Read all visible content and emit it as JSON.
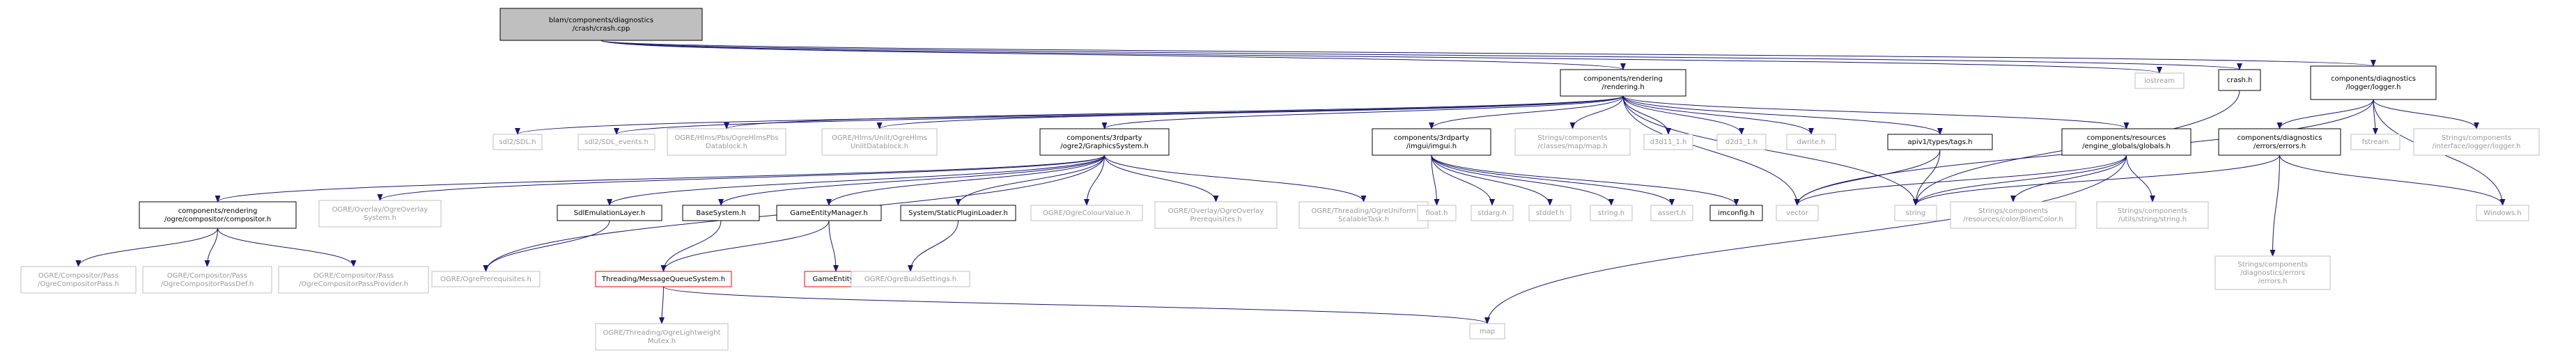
{
  "graph": {
    "nodes": [
      {
        "id": "crash",
        "lines": [
          "blam/components/diagnostics",
          "/crash/crash.cpp"
        ],
        "style": "root"
      },
      {
        "id": "rendering",
        "lines": [
          "components/rendering",
          "/rendering.h"
        ],
        "style": "normal"
      },
      {
        "id": "iostream",
        "lines": [
          "iostream"
        ],
        "style": "gray"
      },
      {
        "id": "crash_h",
        "lines": [
          "crash.h"
        ],
        "style": "normal"
      },
      {
        "id": "logger",
        "lines": [
          "components/diagnostics",
          "/logger/logger.h"
        ],
        "style": "normal"
      },
      {
        "id": "sdl",
        "lines": [
          "sdl2/SDL.h"
        ],
        "style": "gray"
      },
      {
        "id": "sdl_events",
        "lines": [
          "sdl2/SDL_events.h"
        ],
        "style": "gray"
      },
      {
        "id": "hlmspbs",
        "lines": [
          "OGRE/Hlms/Pbs/OgreHlmsPbs",
          "Datablock.h"
        ],
        "style": "gray"
      },
      {
        "id": "hlmsunlit",
        "lines": [
          "OGRE/Hlms/Unlit/OgreHlms",
          "UnlitDatablock.h"
        ],
        "style": "gray"
      },
      {
        "id": "graphicssystem",
        "lines": [
          "components/3rdparty",
          "/ogre2/GraphicsSystem.h"
        ],
        "style": "normal"
      },
      {
        "id": "imgui",
        "lines": [
          "components/3rdparty",
          "/imgui/imgui.h"
        ],
        "style": "normal"
      },
      {
        "id": "strmap",
        "lines": [
          "Strings/components",
          "/classes/map/map.h"
        ],
        "style": "gray"
      },
      {
        "id": "d3d11",
        "lines": [
          "d3d11_1.h"
        ],
        "style": "gray"
      },
      {
        "id": "d2d1",
        "lines": [
          "d2d1_1.h"
        ],
        "style": "gray"
      },
      {
        "id": "dwrite",
        "lines": [
          "dwrite.h"
        ],
        "style": "gray"
      },
      {
        "id": "tags",
        "lines": [
          "apiv1/types/tags.h"
        ],
        "style": "normal"
      },
      {
        "id": "engine_globals",
        "lines": [
          "components/resources",
          "/engine_globals/globals.h"
        ],
        "style": "normal"
      },
      {
        "id": "errors",
        "lines": [
          "components/diagnostics",
          "/errors/errors.h"
        ],
        "style": "normal"
      },
      {
        "id": "fstream",
        "lines": [
          "fstream"
        ],
        "style": "gray"
      },
      {
        "id": "strlogger",
        "lines": [
          "Strings/components",
          "/interface/logger/logger.h"
        ],
        "style": "gray"
      },
      {
        "id": "windows",
        "lines": [
          "Windows.h"
        ],
        "style": "gray"
      },
      {
        "id": "compositor",
        "lines": [
          "components/rendering",
          "/ogre/compositor/compositor.h"
        ],
        "style": "normal"
      },
      {
        "id": "overlaysystem",
        "lines": [
          "OGRE/Overlay/OgreOverlay",
          "System.h"
        ],
        "style": "gray"
      },
      {
        "id": "sdlemu",
        "lines": [
          "SdlEmulationLayer.h"
        ],
        "style": "normal"
      },
      {
        "id": "basesystem",
        "lines": [
          "BaseSystem.h"
        ],
        "style": "normal"
      },
      {
        "id": "gem",
        "lines": [
          "GameEntityManager.h"
        ],
        "style": "normal"
      },
      {
        "id": "staticplugin",
        "lines": [
          "System/StaticPluginLoader.h"
        ],
        "style": "normal"
      },
      {
        "id": "colourvalue",
        "lines": [
          "OGRE/OgreColourValue.h"
        ],
        "style": "gray"
      },
      {
        "id": "overlayprereq",
        "lines": [
          "OGRE/Overlay/OgreOverlay",
          "Prerequisites.h"
        ],
        "style": "gray"
      },
      {
        "id": "uniformtask",
        "lines": [
          "OGRE/Threading/OgreUniform",
          "ScalableTask.h"
        ],
        "style": "gray"
      },
      {
        "id": "float",
        "lines": [
          "float.h"
        ],
        "style": "gray"
      },
      {
        "id": "stdarg",
        "lines": [
          "stdarg.h"
        ],
        "style": "gray"
      },
      {
        "id": "stddef",
        "lines": [
          "stddef.h"
        ],
        "style": "gray"
      },
      {
        "id": "string_h",
        "lines": [
          "string.h"
        ],
        "style": "gray"
      },
      {
        "id": "assert",
        "lines": [
          "assert.h"
        ],
        "style": "gray"
      },
      {
        "id": "imconfig",
        "lines": [
          "imconfig.h"
        ],
        "style": "normal"
      },
      {
        "id": "vector",
        "lines": [
          "vector"
        ],
        "style": "gray"
      },
      {
        "id": "string",
        "lines": [
          "string"
        ],
        "style": "gray"
      },
      {
        "id": "blamcolor",
        "lines": [
          "Strings/components",
          "/resources/color/BlamColor.h"
        ],
        "style": "gray"
      },
      {
        "id": "strstring",
        "lines": [
          "Strings/components",
          "/utils/string/string.h"
        ],
        "style": "gray"
      },
      {
        "id": "strerrors",
        "lines": [
          "Strings/components",
          "/diagnostics/errors",
          "/errors.h"
        ],
        "style": "gray"
      },
      {
        "id": "pass",
        "lines": [
          "OGRE/Compositor/Pass",
          "/OgreCompositorPass.h"
        ],
        "style": "gray"
      },
      {
        "id": "passdef",
        "lines": [
          "OGRE/Compositor/Pass",
          "/OgreCompositorPassDef.h"
        ],
        "style": "gray"
      },
      {
        "id": "passprov",
        "lines": [
          "OGRE/Compositor/Pass",
          "/OgreCompositorPassProvider.h"
        ],
        "style": "gray"
      },
      {
        "id": "ogreprereq",
        "lines": [
          "OGRE/OgrePrerequisites.h"
        ],
        "style": "gray"
      },
      {
        "id": "mqs",
        "lines": [
          "Threading/MessageQueueSystem.h"
        ],
        "style": "red"
      },
      {
        "id": "gameentity",
        "lines": [
          "GameEntity.h"
        ],
        "style": "red"
      },
      {
        "id": "buildsettings",
        "lines": [
          "OGRE/OgreBuildSettings.h"
        ],
        "style": "gray"
      },
      {
        "id": "mutex",
        "lines": [
          "OGRE/Threading/OgreLightweight",
          "Mutex.h"
        ],
        "style": "gray"
      },
      {
        "id": "map",
        "lines": [
          "map"
        ],
        "style": "gray"
      }
    ]
  }
}
